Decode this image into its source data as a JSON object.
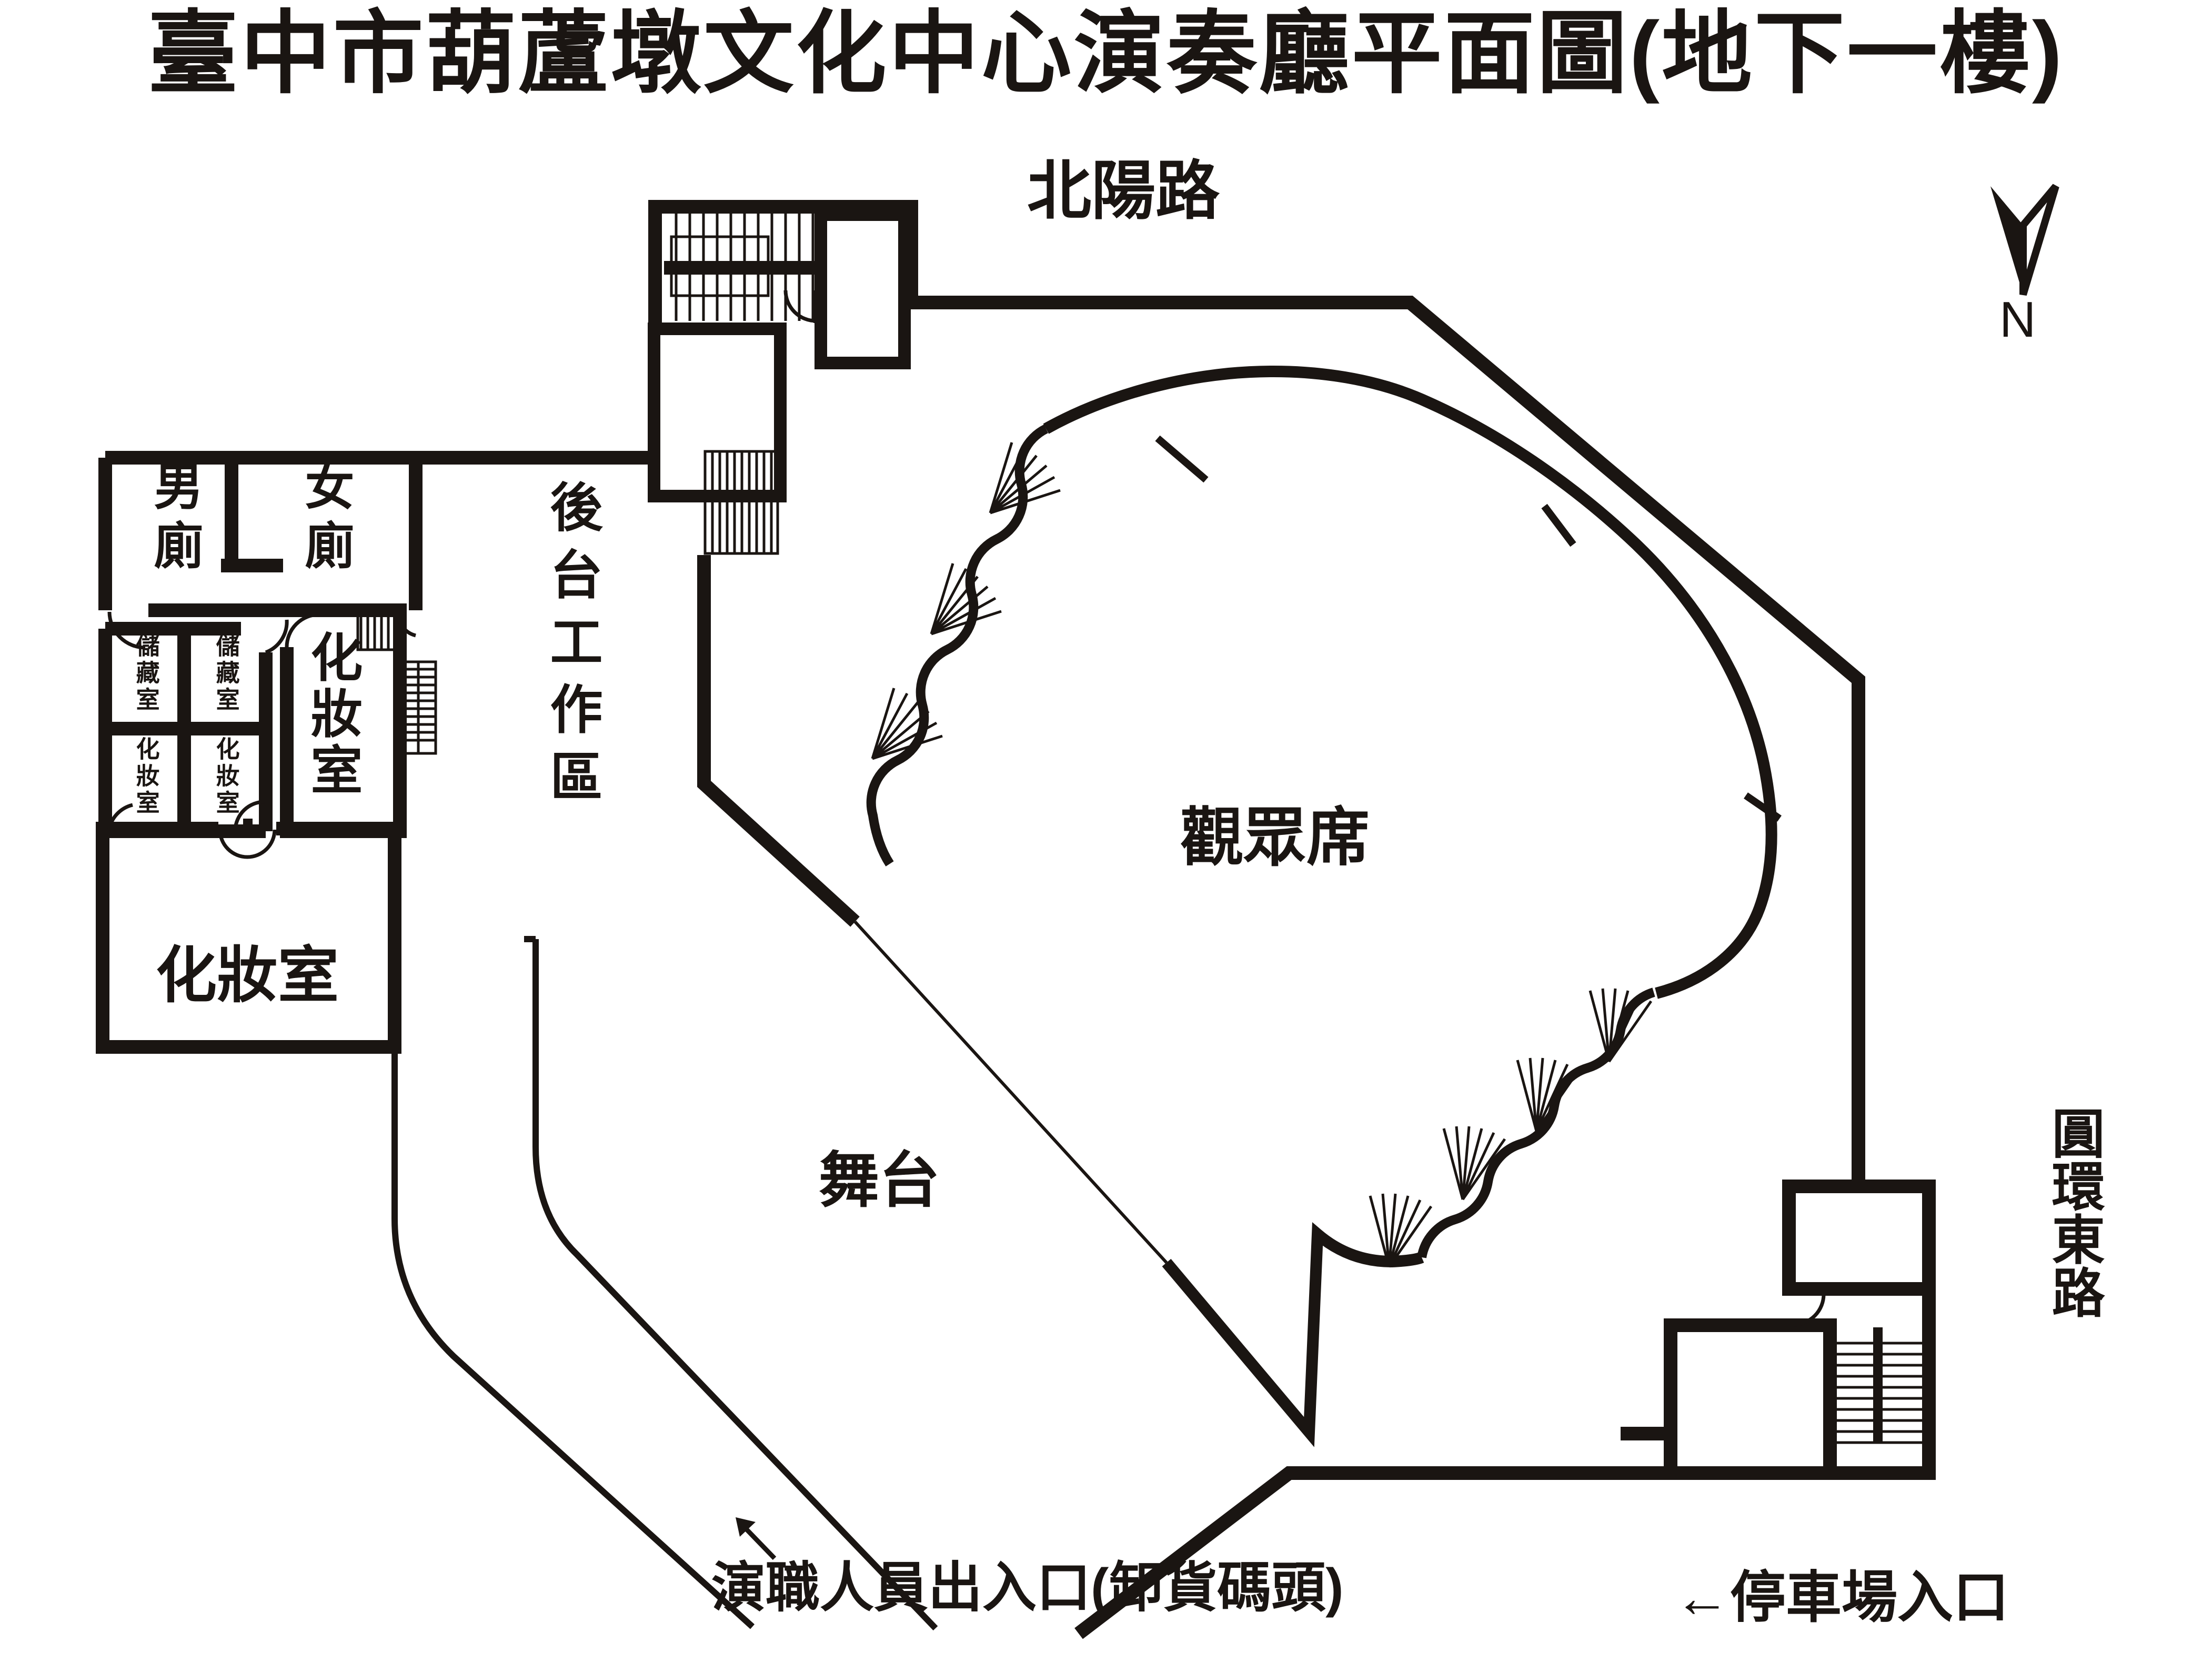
{
  "title": "臺中市葫蘆墩文化中心演奏廳平面圖(地下一樓)",
  "compass": {
    "label": "N",
    "icon": "north-arrow-icon"
  },
  "roads": {
    "north": "北陽路",
    "east": "圓環東路"
  },
  "rooms": {
    "mens_toilet": "男廁",
    "womens_toilet": "女廁",
    "storage_left": "儲藏室",
    "storage_right": "儲藏室",
    "dressing_small_left": "化妝室",
    "dressing_small_right": "化妝室",
    "dressing_tall": "化妝室",
    "dressing_large": "化妝室",
    "backstage_work_area": "後台工作區",
    "audience_seating": "觀眾席",
    "stage": "舞台"
  },
  "annotations": {
    "staff_entrance": "演職人員出入口(卸貨碼頭)",
    "parking_entrance": "←停車場入口",
    "staff_exit_arrow_icon": "arrow-up-left"
  },
  "colors": {
    "wall": "#1a1512",
    "background": "#ffffff"
  }
}
